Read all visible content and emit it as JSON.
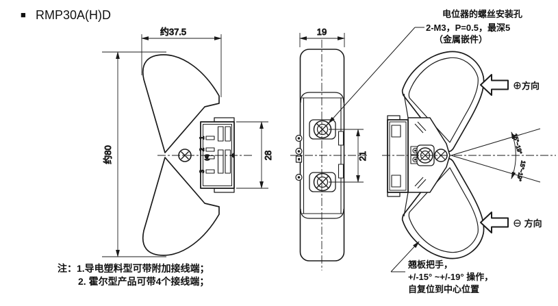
{
  "title": {
    "bullet": "■",
    "text": "RMP30A(H)D"
  },
  "annotations": {
    "screw_note": {
      "line1": "电位器的螺丝安装孔",
      "line2": "2-M3，P=0.5，最深5",
      "line3": "（金属嵌件）"
    },
    "rocker_note": {
      "line1": "翘板把手，",
      "line2": "+/-15° ~+/-19° 操作，",
      "line3": "自复位到中心位置"
    },
    "bottom_note": {
      "label": "注：",
      "line1": "1.导电塑料型可带附加接线端；",
      "line2": "2. 霍尔型产品可带4个接线端；"
    }
  },
  "dimensions": {
    "overall_width": "约37.5",
    "overall_height": "约80",
    "connector_height": "28",
    "body_width": "19",
    "screw_pitch": "21"
  },
  "angles": {
    "upper": "15°~19°",
    "lower": "15°~19°"
  },
  "directions": {
    "positive": "⊕方向",
    "negative": "⊖ 方向"
  },
  "terminals": {
    "t1": "1",
    "t2": "2",
    "t3": "3",
    "t4": "(4)"
  },
  "colors": {
    "ink": "#1a1a1a",
    "background": "#ffffff"
  }
}
